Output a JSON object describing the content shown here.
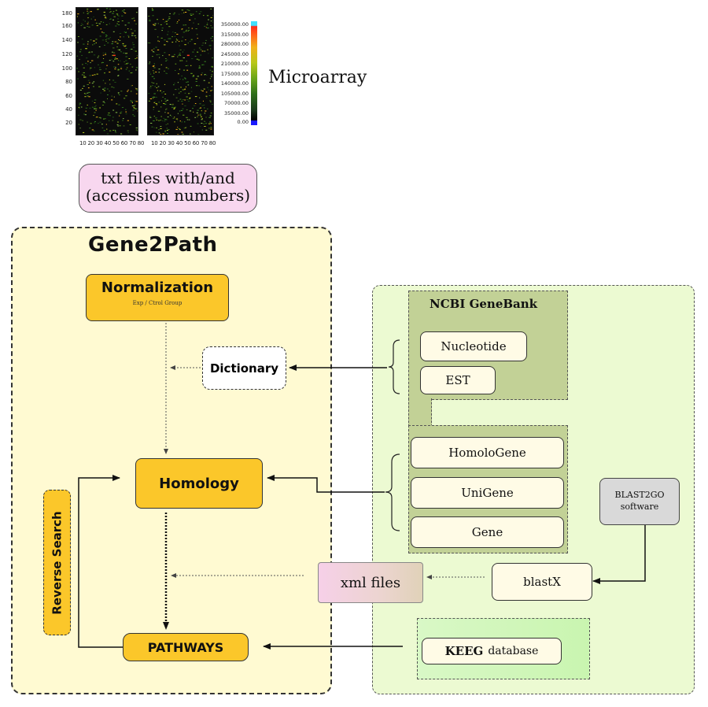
{
  "heatmap": {
    "y_ticks": [
      "180",
      "160",
      "140",
      "120",
      "100",
      "80",
      "60",
      "40",
      "20"
    ],
    "x_ticks": "10 20 30 40 50 60 70 80",
    "colorbar_ticks": [
      "350000.00",
      "315000.00",
      "280000.00",
      "245000.00",
      "210000.00",
      "175000.00",
      "140000.00",
      "105000.00",
      "70000.00",
      "35000.00",
      "0.00"
    ]
  },
  "labels": {
    "microarray": "Microarray",
    "txt_files_line1": "txt files with/and",
    "txt_files_line2": "(accession numbers)",
    "gene2path_title": "Gene2Path",
    "normalization": "Normalization",
    "normalization_sub": "Exp / Ctrol Group",
    "dictionary": "Dictionary",
    "homology": "Homology",
    "pathways": "PATHWAYS",
    "reverse_search": "Reverse Search",
    "ncbi_title": "NCBI GeneBank",
    "nucleotide": "Nucleotide",
    "est": "EST",
    "homologene": "HomoloGene",
    "unigene": "UniGene",
    "gene": "Gene",
    "blast2go_line1": "BLAST2GO",
    "blast2go_line2": "software",
    "blastx": "blastX",
    "xml_files": "xml files",
    "kegg_bold": "KEEG",
    "kegg_rest": "database"
  },
  "colors": {
    "gene2path_bg": "#fffad2",
    "orange": "#fbc72a",
    "ncbi_bg": "#ecfad2",
    "olive": "#c2d196",
    "pink": "#f8d7ef"
  }
}
